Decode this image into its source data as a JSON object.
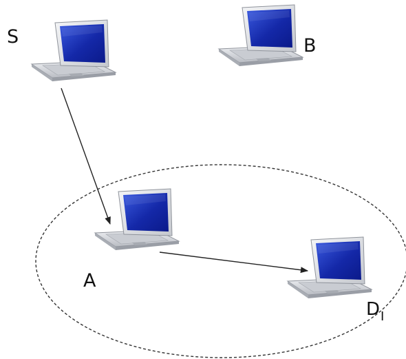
{
  "nodes": [
    {
      "id": "S",
      "label": "S"
    },
    {
      "id": "B",
      "label": "B"
    },
    {
      "id": "A",
      "label": "A"
    },
    {
      "id": "D",
      "label": "D",
      "subscript": "I"
    }
  ],
  "edges": [
    {
      "from": "S",
      "to": "A"
    },
    {
      "from": "A",
      "to": "D"
    }
  ],
  "region": {
    "contains": [
      "A",
      "D"
    ],
    "style": "dashed"
  },
  "icon": "laptop-icon",
  "colors": {
    "screen_dark": "#0b1a8a",
    "screen_light": "#3a5adf",
    "laptop_body": "#d9dbe0",
    "line": "#222222"
  }
}
